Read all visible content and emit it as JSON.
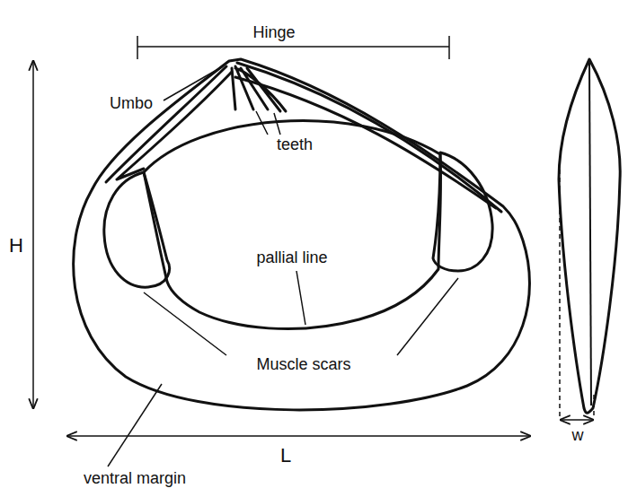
{
  "diagram": {
    "labels": [
      "Hinge",
      "Umbo",
      "teeth",
      "pallial line",
      "Muscle scars",
      "ventral margin",
      "H",
      "L",
      "w"
    ]
  }
}
